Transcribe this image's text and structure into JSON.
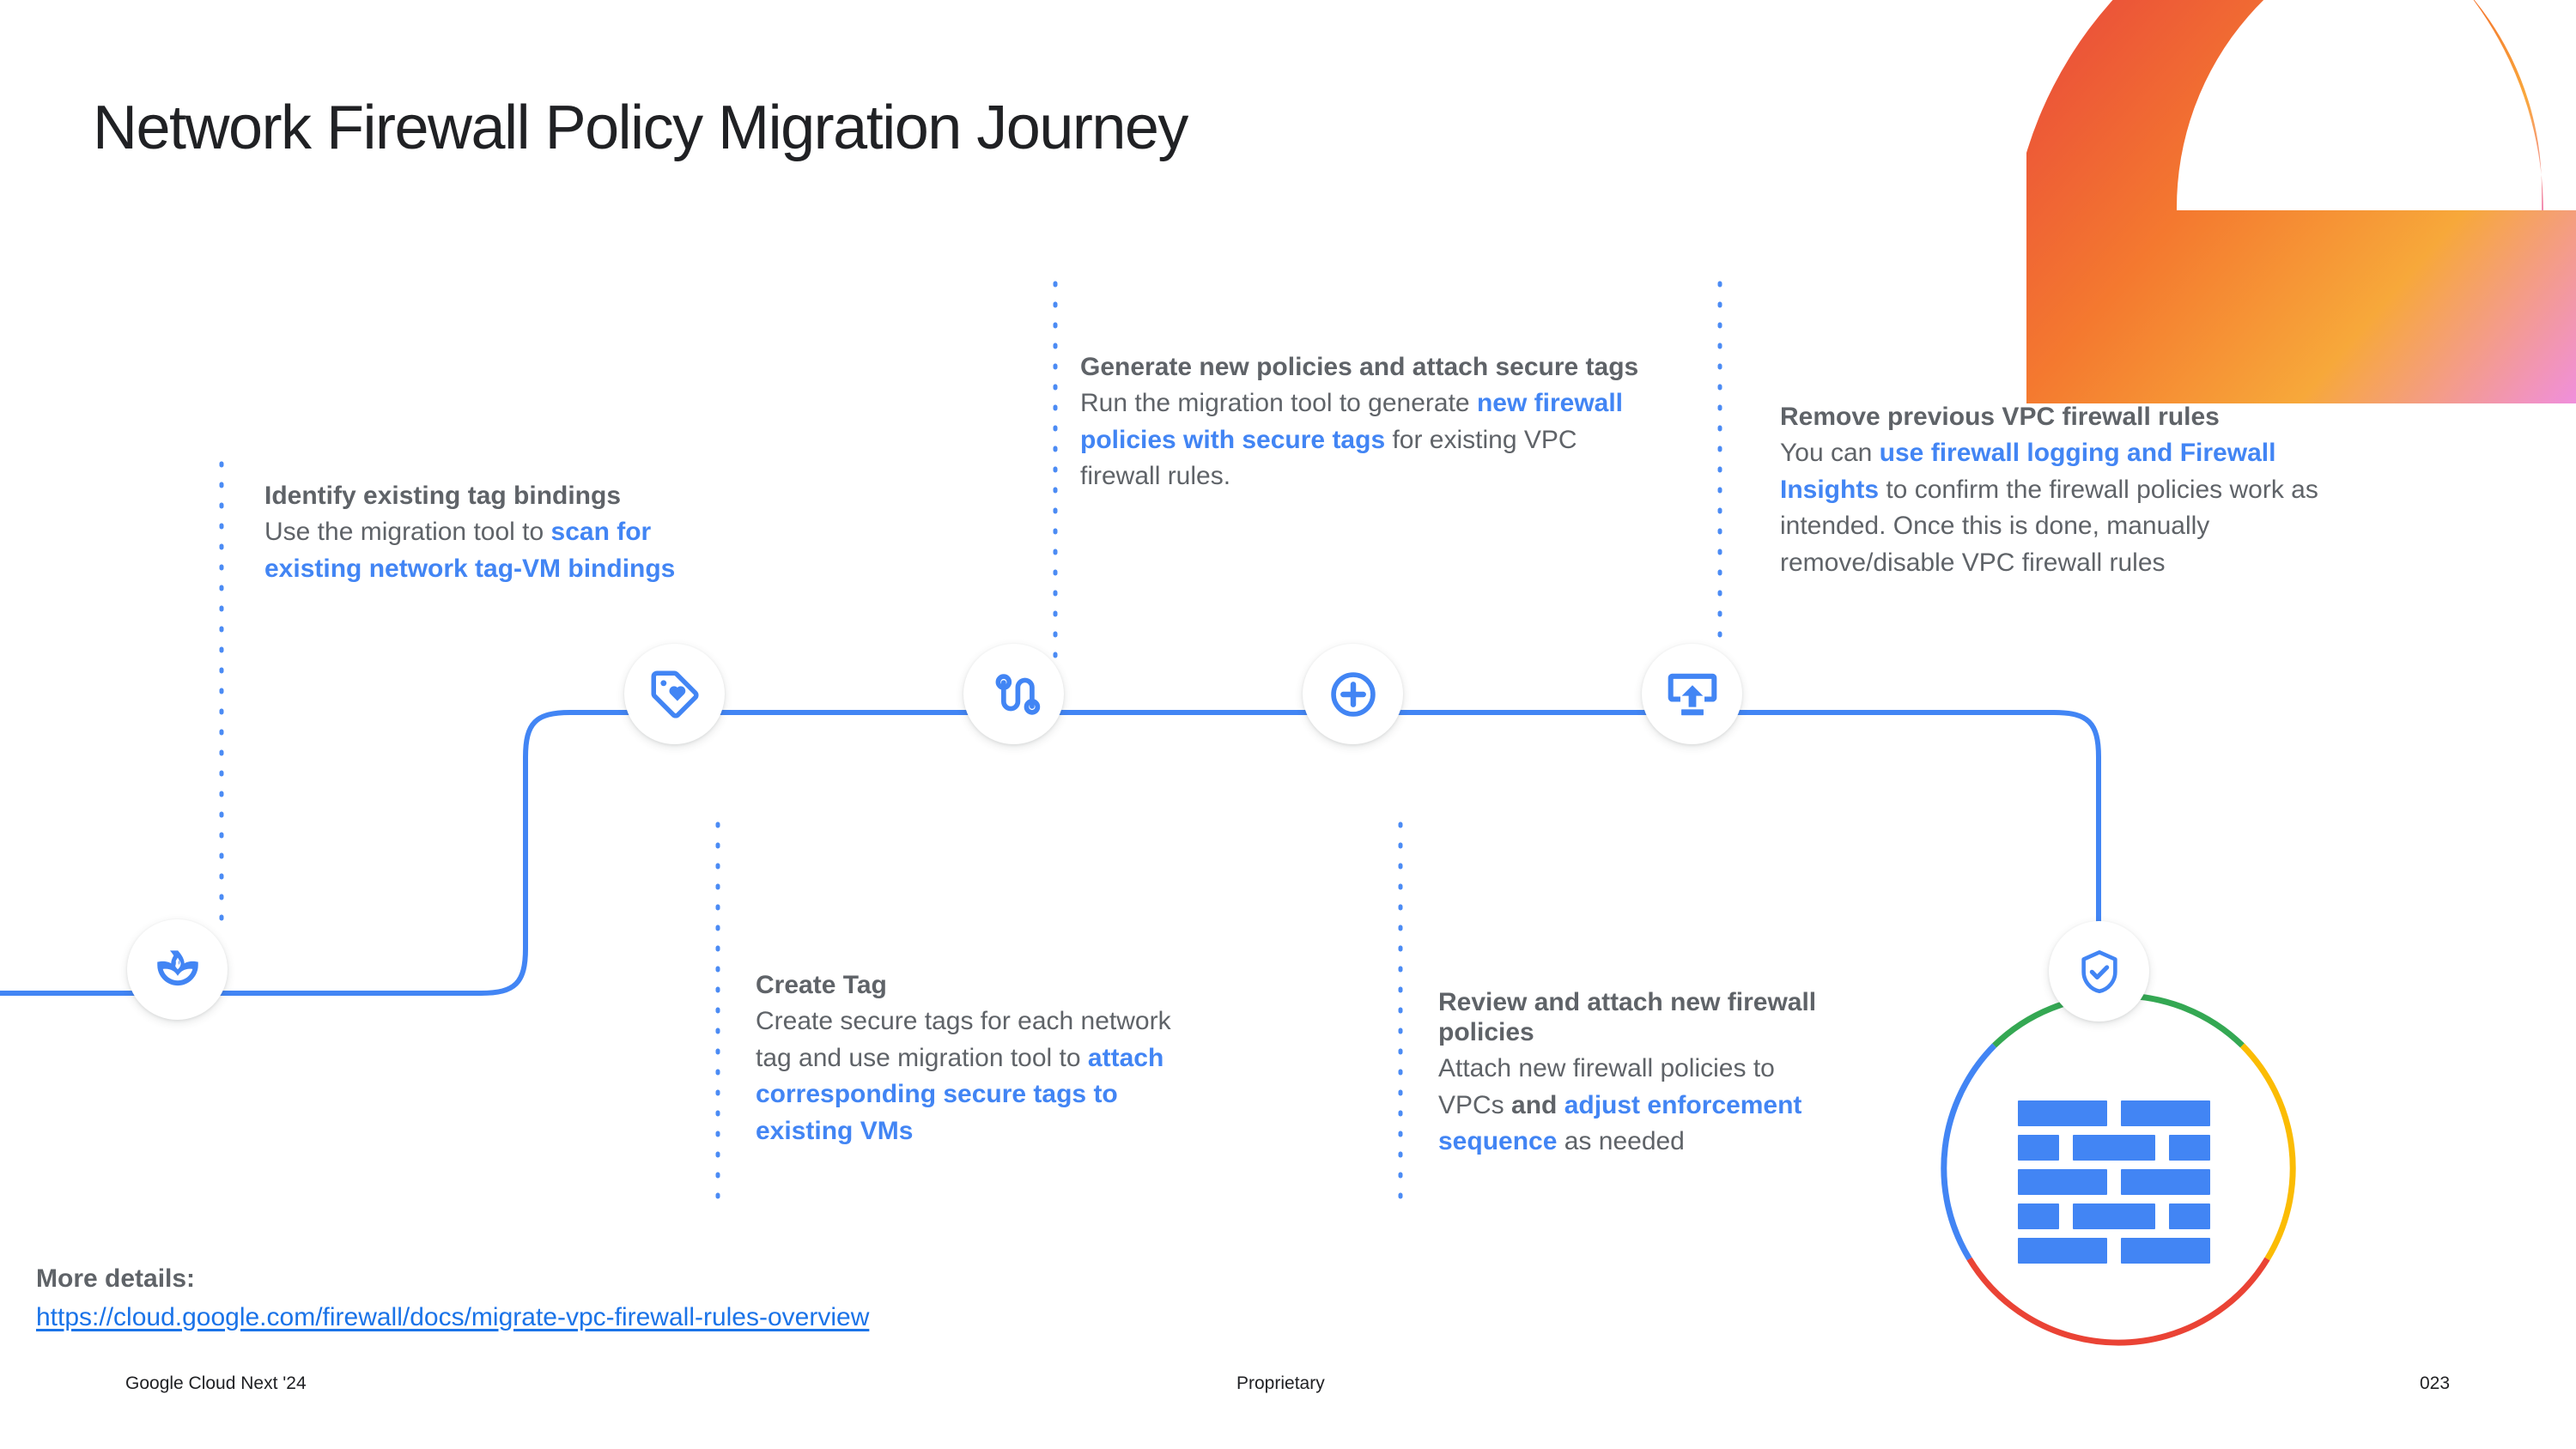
{
  "slide": {
    "title": "Network Firewall Policy Migration Journey",
    "page_number": "023",
    "footer_left": "Google Cloud Next '24",
    "footer_center": "Proprietary",
    "more_details_label": "More details:",
    "more_details_url": "https://cloud.google.com/firewall/docs/migrate-vpc-firewall-rules-overview"
  },
  "colors": {
    "accent_blue": "#4285f4",
    "link_blue": "#1a73e8",
    "text_grey": "#5f6368",
    "title_dark": "#202124",
    "google_green": "#34a853",
    "google_yellow": "#fbbc04",
    "google_red": "#ea4335",
    "swoosh_red": "#ea4335",
    "swoosh_orange": "#f9ab00",
    "swoosh_pink": "#ee82ee"
  },
  "steps": [
    {
      "id": "start",
      "icon": "spa-lotus-icon",
      "position": "below",
      "heading": "",
      "body_parts": []
    },
    {
      "id": "identify-tag-bindings",
      "icon": "loyalty-tag-icon",
      "position": "above",
      "heading": "Identify existing tag bindings",
      "body_parts": [
        {
          "text": "Use the migration tool to ",
          "style": "normal"
        },
        {
          "text": "scan for existing network tag-VM bindings",
          "style": "highlight"
        }
      ]
    },
    {
      "id": "create-tag",
      "icon": "route-icon",
      "position": "below",
      "heading": "Create Tag",
      "body_parts": [
        {
          "text": "Create secure tags for each network tag and use migration tool to ",
          "style": "normal"
        },
        {
          "text": "attach corresponding secure tags to existing VMs",
          "style": "highlight"
        }
      ]
    },
    {
      "id": "generate-new-policies",
      "icon": "route-icon",
      "position": "above",
      "heading": "Generate new policies and attach secure tags",
      "body_parts": [
        {
          "text": "Run the migration tool to generate ",
          "style": "normal"
        },
        {
          "text": "new firewall policies with secure tags",
          "style": "highlight"
        },
        {
          "text": " for existing VPC firewall rules.",
          "style": "normal"
        }
      ]
    },
    {
      "id": "review-attach-policies",
      "icon": "plus-circle-icon",
      "position": "below",
      "heading": "Review and attach new firewall policies",
      "body_parts": [
        {
          "text": "Attach new firewall policies to VPCs ",
          "style": "normal"
        },
        {
          "text": "and ",
          "style": "bold"
        },
        {
          "text": "adjust enforcement sequence",
          "style": "highlight"
        },
        {
          "text": " as needed",
          "style": "normal"
        }
      ]
    },
    {
      "id": "remove-previous-rules",
      "icon": "screen-upload-icon",
      "position": "above",
      "heading": "Remove previous VPC firewall rules",
      "body_parts": [
        {
          "text": "You can ",
          "style": "normal"
        },
        {
          "text": "use firewall logging and Firewall Insights",
          "style": "highlight"
        },
        {
          "text": " to confirm the firewall policies work as intended. Once this is done, manually remove/disable VPC firewall rules",
          "style": "normal"
        }
      ]
    },
    {
      "id": "end-firewall",
      "icon": "verified-shield-icon",
      "position": "end",
      "heading": "",
      "body_parts": []
    }
  ],
  "text_blocks": {
    "identify": {
      "heading": "Identify existing tag bindings",
      "l1_normal": "Use the migration tool to ",
      "l1_hl": "scan for existing network tag-VM bindings"
    },
    "generate": {
      "heading": "Generate new policies and attach secure tags",
      "l1_normal": "Run the migration tool to generate ",
      "l1_hl": "new firewall policies with secure tags",
      "l1_tail": " for existing VPC firewall rules."
    },
    "remove": {
      "heading": "Remove previous VPC firewall rules",
      "l1_normal": "You can ",
      "l1_hl": "use firewall logging and Firewall Insights",
      "l1_tail": " to confirm the firewall policies work as intended. Once this is done, manually remove/disable VPC firewall rules"
    },
    "create": {
      "heading": "Create Tag",
      "l1_normal": "Create secure tags for each network tag and use migration tool to ",
      "l1_hl": "attach corresponding secure tags to existing VMs"
    },
    "review": {
      "heading": "Review and attach new firewall policies",
      "l1_normal": "Attach new firewall policies to VPCs ",
      "l1_bold": "and ",
      "l1_hl": "adjust enforcement sequence",
      "l1_tail": " as needed"
    }
  },
  "icon_names": {
    "start": "spa-lotus-icon",
    "tag": "loyalty-tag-icon",
    "route": "route-icon",
    "plus": "plus-circle-icon",
    "upload": "screen-upload-icon",
    "shield": "verified-shield-icon",
    "wall": "firewall-brick-icon"
  }
}
